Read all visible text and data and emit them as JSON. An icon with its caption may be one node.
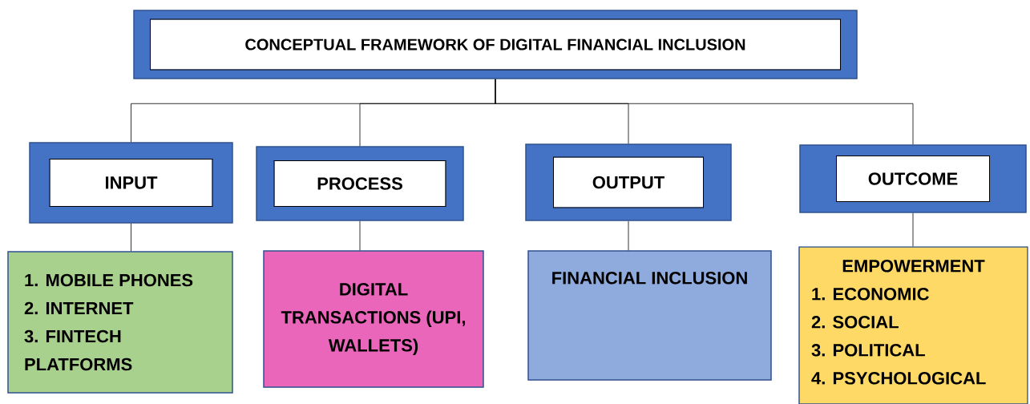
{
  "diagram": {
    "nodes": [
      {
        "text": [
          "CONCEPTUAL FRAMEWORK OF DIGITAL FINANCIAL INCLUSION"
        ]
      },
      {
        "text": [
          "INPUT"
        ]
      },
      {
        "text": [
          "PROCESS"
        ]
      },
      {
        "text": [
          "OUTPUT"
        ]
      },
      {
        "text": [
          "OUTCOME"
        ]
      },
      {
        "text": [
          "1. MOBILE PHONES",
          "2. INTERNET",
          "3. FINTECH PLATFORMS"
        ]
      },
      {
        "text": [
          "DIGITAL TRANSACTIONS (UPI, WALLETS)"
        ]
      },
      {
        "text": [
          "FINANCIAL INCLUSION"
        ]
      },
      {
        "text": [
          "EMPOWERMENT",
          "1. ECONOMIC",
          "2. SOCIAL",
          "3. POLITICAL",
          "4. PSYCHOLOGICAL"
        ]
      }
    ],
    "edges": [
      {
        "from": 0,
        "to": 1,
        "arrow": "none"
      },
      {
        "from": 0,
        "to": 2,
        "arrow": "none"
      },
      {
        "from": 0,
        "to": 3,
        "arrow": "none"
      },
      {
        "from": 0,
        "to": 4,
        "arrow": "none"
      },
      {
        "from": 1,
        "to": 5,
        "arrow": "none"
      },
      {
        "from": 2,
        "to": 6,
        "arrow": "none"
      },
      {
        "from": 3,
        "to": 7,
        "arrow": "none"
      },
      {
        "from": 4,
        "to": 8,
        "arrow": "none"
      }
    ]
  }
}
